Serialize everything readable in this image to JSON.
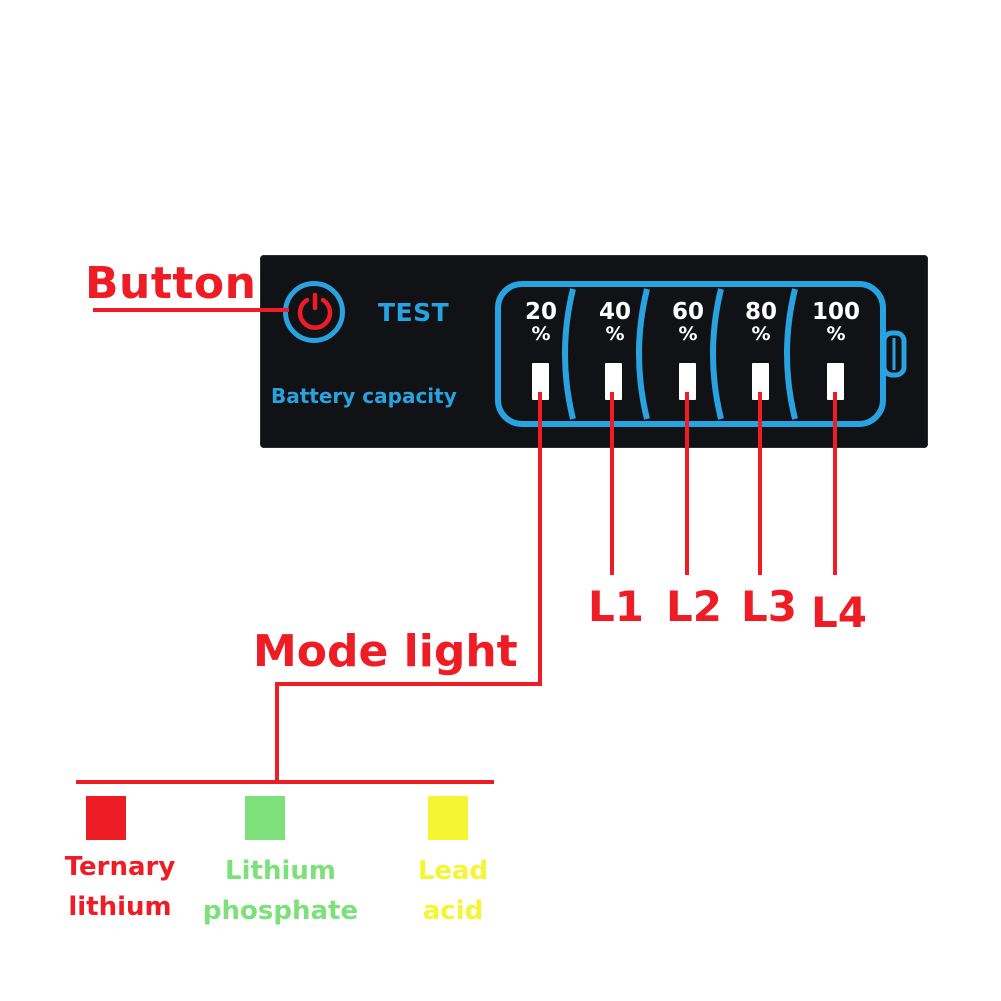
{
  "panel": {
    "test_label": "TEST",
    "capacity_label": "Battery capacity"
  },
  "cells": [
    {
      "value": "20",
      "unit": "%"
    },
    {
      "value": "40",
      "unit": "%"
    },
    {
      "value": "60",
      "unit": "%"
    },
    {
      "value": "80",
      "unit": "%"
    },
    {
      "value": "100",
      "unit": "%"
    }
  ],
  "annotations": {
    "button": "Button",
    "mode_light": "Mode light",
    "levels": [
      "L1",
      "L2",
      "L3",
      "L4"
    ]
  },
  "modes": [
    {
      "label_line1": "Ternary",
      "label_line2": "lithium",
      "color": "#ee1c24"
    },
    {
      "label_line1": "Lithium",
      "label_line2": "phosphate",
      "color": "#7ee07a"
    },
    {
      "label_line1": "Lead",
      "label_line2": "acid",
      "color": "#f5f532"
    }
  ],
  "colors": {
    "accent": "#29a3e0",
    "annotation": "#ee1c24",
    "panel": "#111216"
  }
}
